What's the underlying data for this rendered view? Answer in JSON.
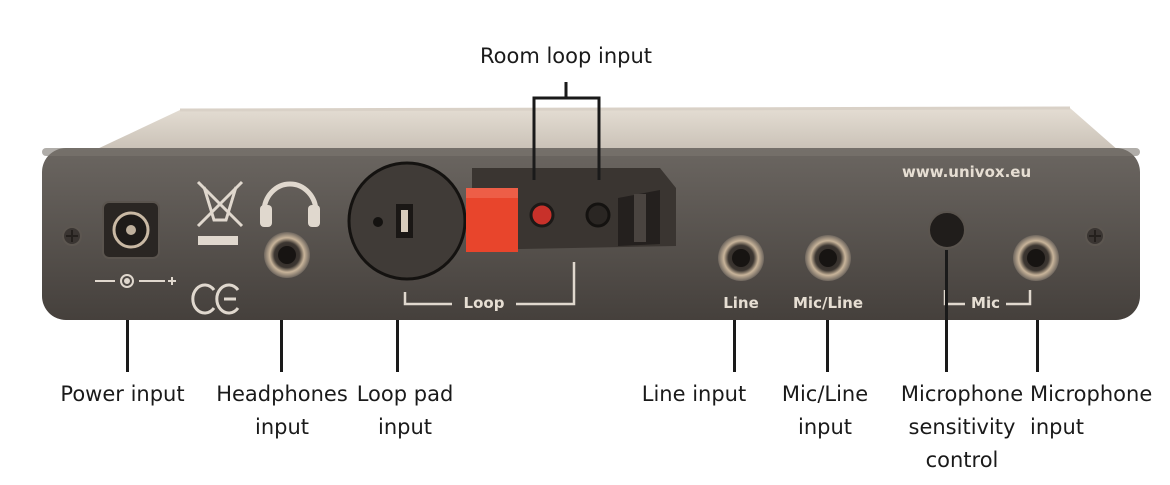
{
  "device": {
    "website": "www.univox.eu",
    "panel_labels": {
      "loop": "Loop",
      "line": "Line",
      "mic_line": "Mic/Line",
      "mic": "Mic"
    },
    "colors": {
      "panel_top": "#6b6661",
      "panel_bottom": "#4a4541",
      "housing": "#cfc7be",
      "loop_button": "#e8452c",
      "room_loop_red": "#c8312a"
    }
  },
  "callouts": {
    "room_loop": "Room loop input",
    "power": "Power input",
    "headphones": "Headphones\ninput",
    "loop_pad": "Loop pad\ninput",
    "line": "Line input",
    "mic_line": "Mic/Line\ninput",
    "mic_sensitivity": "Microphone\nsensitivity\ncontrol",
    "microphone": "Microphone\ninput"
  }
}
